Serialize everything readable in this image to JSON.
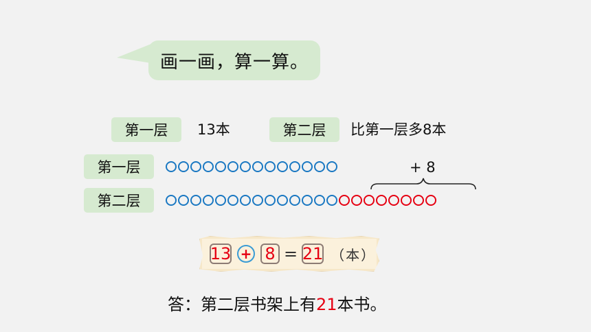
{
  "bubble": {
    "text": "画一画，算一算。"
  },
  "info": {
    "layer1_label": "第一层",
    "layer1_value": "13本",
    "layer2_label": "第二层",
    "layer2_value": "比第一层多8本"
  },
  "rows": {
    "row1_label": "第一层",
    "row1_blue_count": 14,
    "row2_label": "第二层",
    "row2_blue_count": 14,
    "row2_red_count": 8,
    "plus_label": "+ 8"
  },
  "equation": {
    "a": "13",
    "op": "+",
    "b": "8",
    "eq": "=",
    "result": "21",
    "unit": "（本）"
  },
  "answer": {
    "prefix": "答：第二层书架上有",
    "number": "21",
    "suffix": "本书。"
  },
  "colors": {
    "blue_circle": "#1a78c2",
    "red_circle": "#e60012",
    "tag_bg": "#d6ead0"
  }
}
